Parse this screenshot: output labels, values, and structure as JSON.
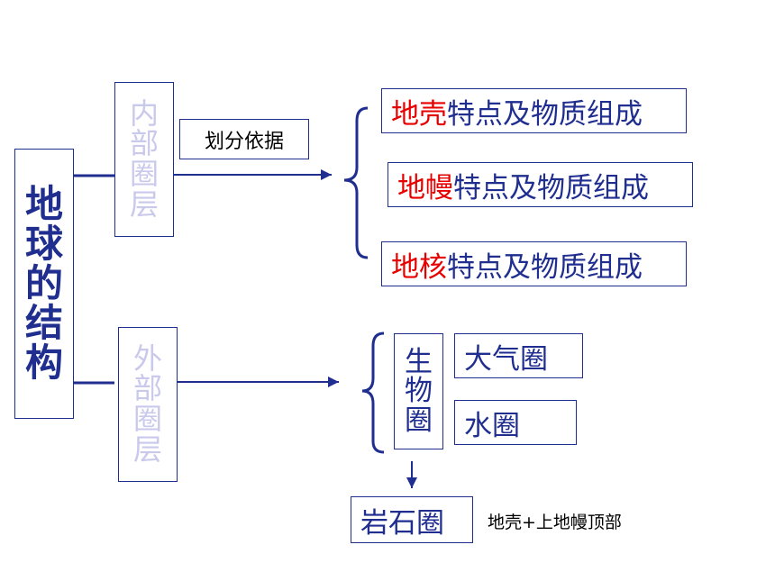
{
  "main_title": {
    "chars": [
      "地",
      "球",
      "的",
      "结",
      "构"
    ]
  },
  "inner": {
    "chars": [
      "内",
      "部",
      "圈",
      "层"
    ]
  },
  "outer": {
    "chars": [
      "外",
      "部",
      "圈",
      "层"
    ]
  },
  "basis_label": "划分依据",
  "interior_layers": [
    {
      "name": "地壳",
      "desc": "特点及物质组成"
    },
    {
      "name": "地幔",
      "desc": "特点及物质组成"
    },
    {
      "name": "地核",
      "desc": "特点及物质组成"
    }
  ],
  "biosphere": {
    "chars": [
      "生",
      "物",
      "圈"
    ]
  },
  "atmosphere": "大气圈",
  "hydrosphere": "水圈",
  "lithosphere": "岩石圈",
  "lithosphere_note": "地壳+上地幔顶部",
  "colors": {
    "blue": "#1f2e8f",
    "red": "#e60000",
    "faded": "#c9c9ec"
  }
}
